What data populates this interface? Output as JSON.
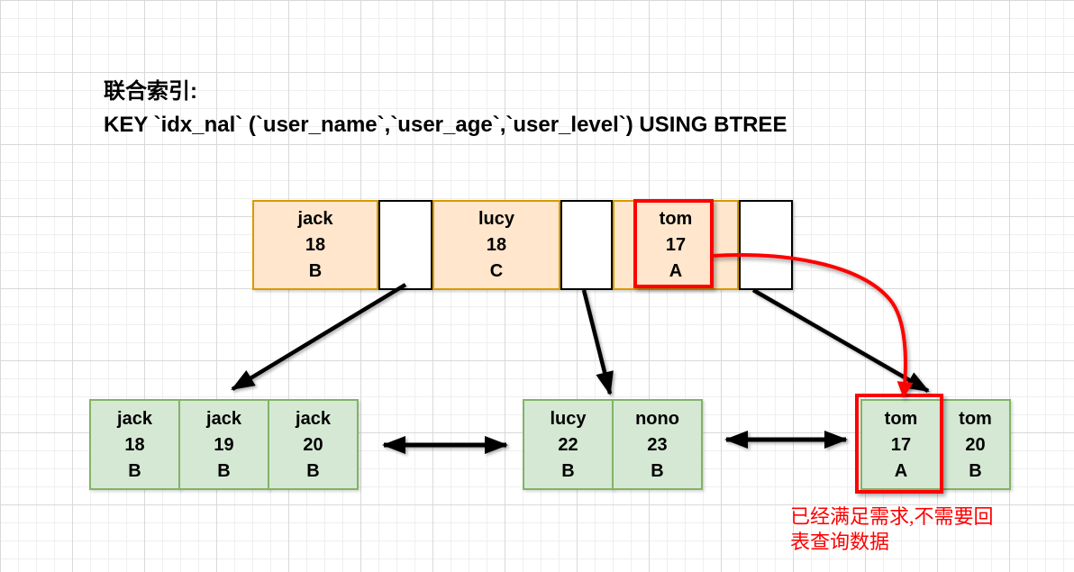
{
  "header": {
    "title": "联合索引:",
    "key_definition": "KEY `idx_nal` (`user_name`,`user_age`,`user_level`) USING BTREE"
  },
  "root_row": {
    "nodes": [
      {
        "name": "jack",
        "age": "18",
        "level": "B"
      },
      {
        "name": "lucy",
        "age": "18",
        "level": "C"
      },
      {
        "name": "tom",
        "age": "17",
        "level": "A"
      }
    ]
  },
  "leaf_row": {
    "groups": [
      {
        "cells": [
          {
            "name": "jack",
            "age": "18",
            "level": "B"
          },
          {
            "name": "jack",
            "age": "19",
            "level": "B"
          },
          {
            "name": "jack",
            "age": "20",
            "level": "B"
          }
        ]
      },
      {
        "cells": [
          {
            "name": "lucy",
            "age": "22",
            "level": "B"
          },
          {
            "name": "nono",
            "age": "23",
            "level": "B"
          }
        ]
      },
      {
        "cells": [
          {
            "name": "tom",
            "age": "17",
            "level": "A"
          },
          {
            "name": "tom",
            "age": "20",
            "level": "B"
          }
        ]
      }
    ]
  },
  "annotation": {
    "line1": "已经满足需求,不需要回",
    "line2": "表查询数据"
  },
  "colors": {
    "node_fill_orange": "#ffe6cc",
    "node_border_orange": "#d79b00",
    "leaf_fill_green": "#d5e8d4",
    "leaf_border_green": "#82b366",
    "highlight_red": "#ff0000",
    "arrow_black": "#000000",
    "annotation_red": "#ff0000"
  }
}
